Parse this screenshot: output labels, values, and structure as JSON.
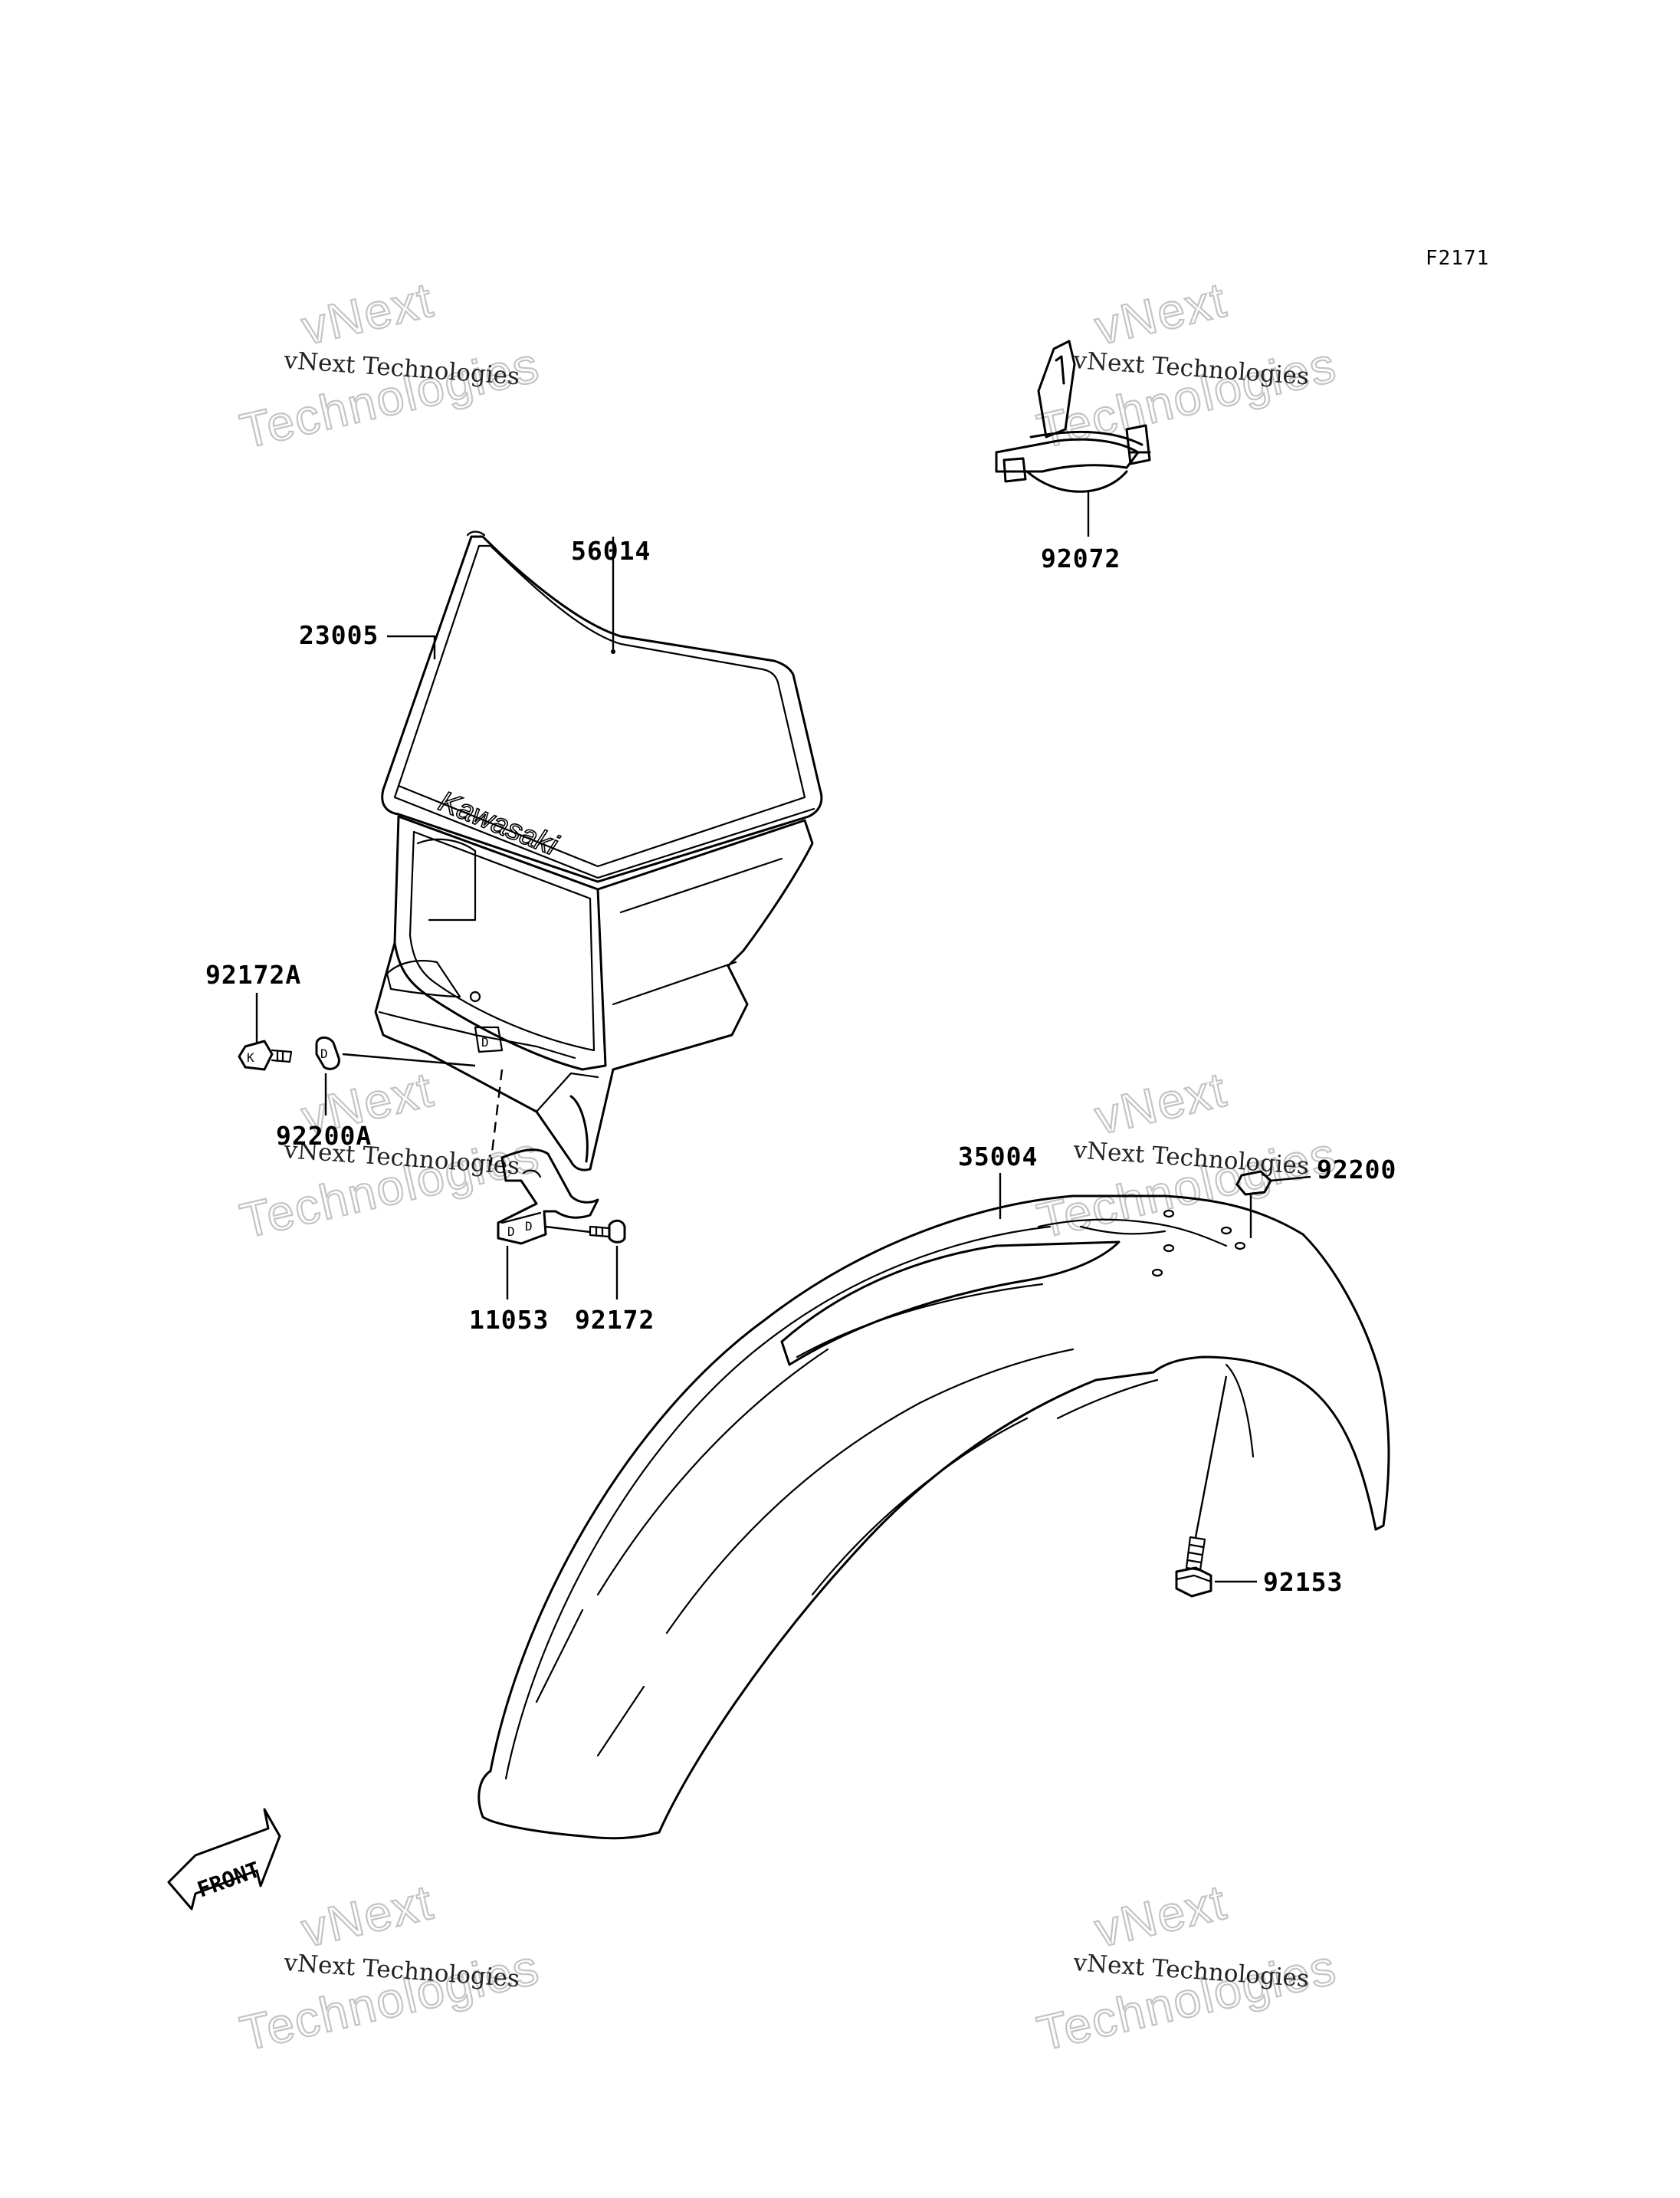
{
  "figure_code": "F2171",
  "brand_text": "Kawasaki",
  "front_label": "FRONT",
  "watermark": {
    "line1": "vNext",
    "line2": "vNext Technologies",
    "line3": "Technologies"
  },
  "parts": {
    "p92072": "92072",
    "p56014": "56014",
    "p23005": "23005",
    "p92172A": "92172A",
    "p92200A": "92200A",
    "p11053": "11053",
    "p92172": "92172",
    "p35004": "35004",
    "p92200": "92200",
    "p92153": "92153"
  }
}
